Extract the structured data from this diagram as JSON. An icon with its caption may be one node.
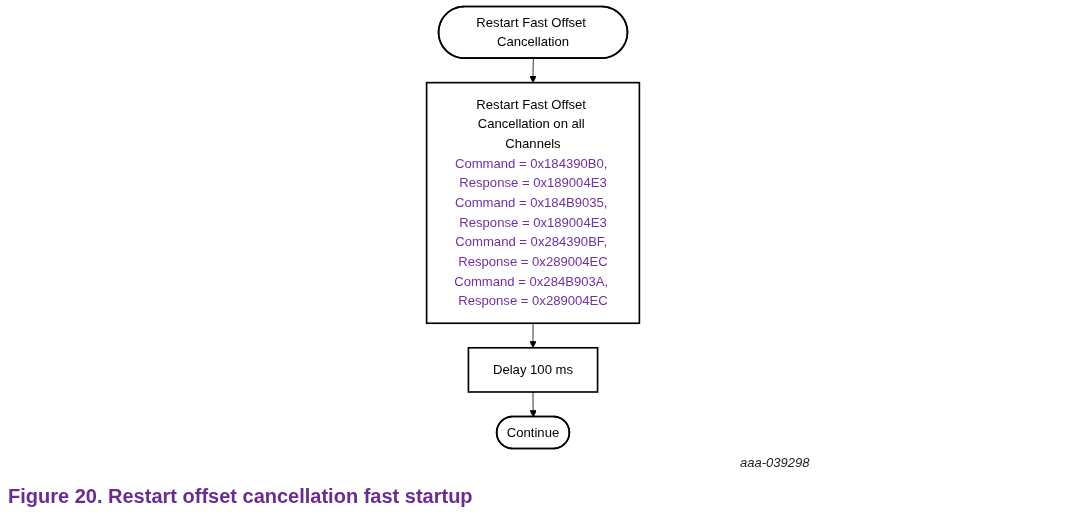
{
  "diagram": {
    "caption": "Figure 20. Restart offset cancellation fast startup",
    "nodes": [
      {
        "text": [
          "Restart Fast Offset Cancellation"
        ]
      },
      {
        "text": [
          "Restart Fast Offset Cancellation on all Channels",
          "Command = 0x184390B0, Response = 0x189004E3",
          "Command = 0x184B9035, Response = 0x189004E3",
          "Command = 0x284390BF, Response = 0x289004EC",
          "Command = 0x284B903A, Response = 0x289004EC"
        ]
      },
      {
        "text": [
          "Delay 100 ms"
        ]
      },
      {
        "text": [
          "Continue"
        ]
      }
    ],
    "edges": [
      {
        "from": 0,
        "to": 1,
        "arrow": "to"
      },
      {
        "from": 1,
        "to": 2,
        "arrow": "to"
      },
      {
        "from": 2,
        "to": 3,
        "arrow": "to"
      }
    ],
    "labels": [
      "aaa-039298"
    ]
  }
}
